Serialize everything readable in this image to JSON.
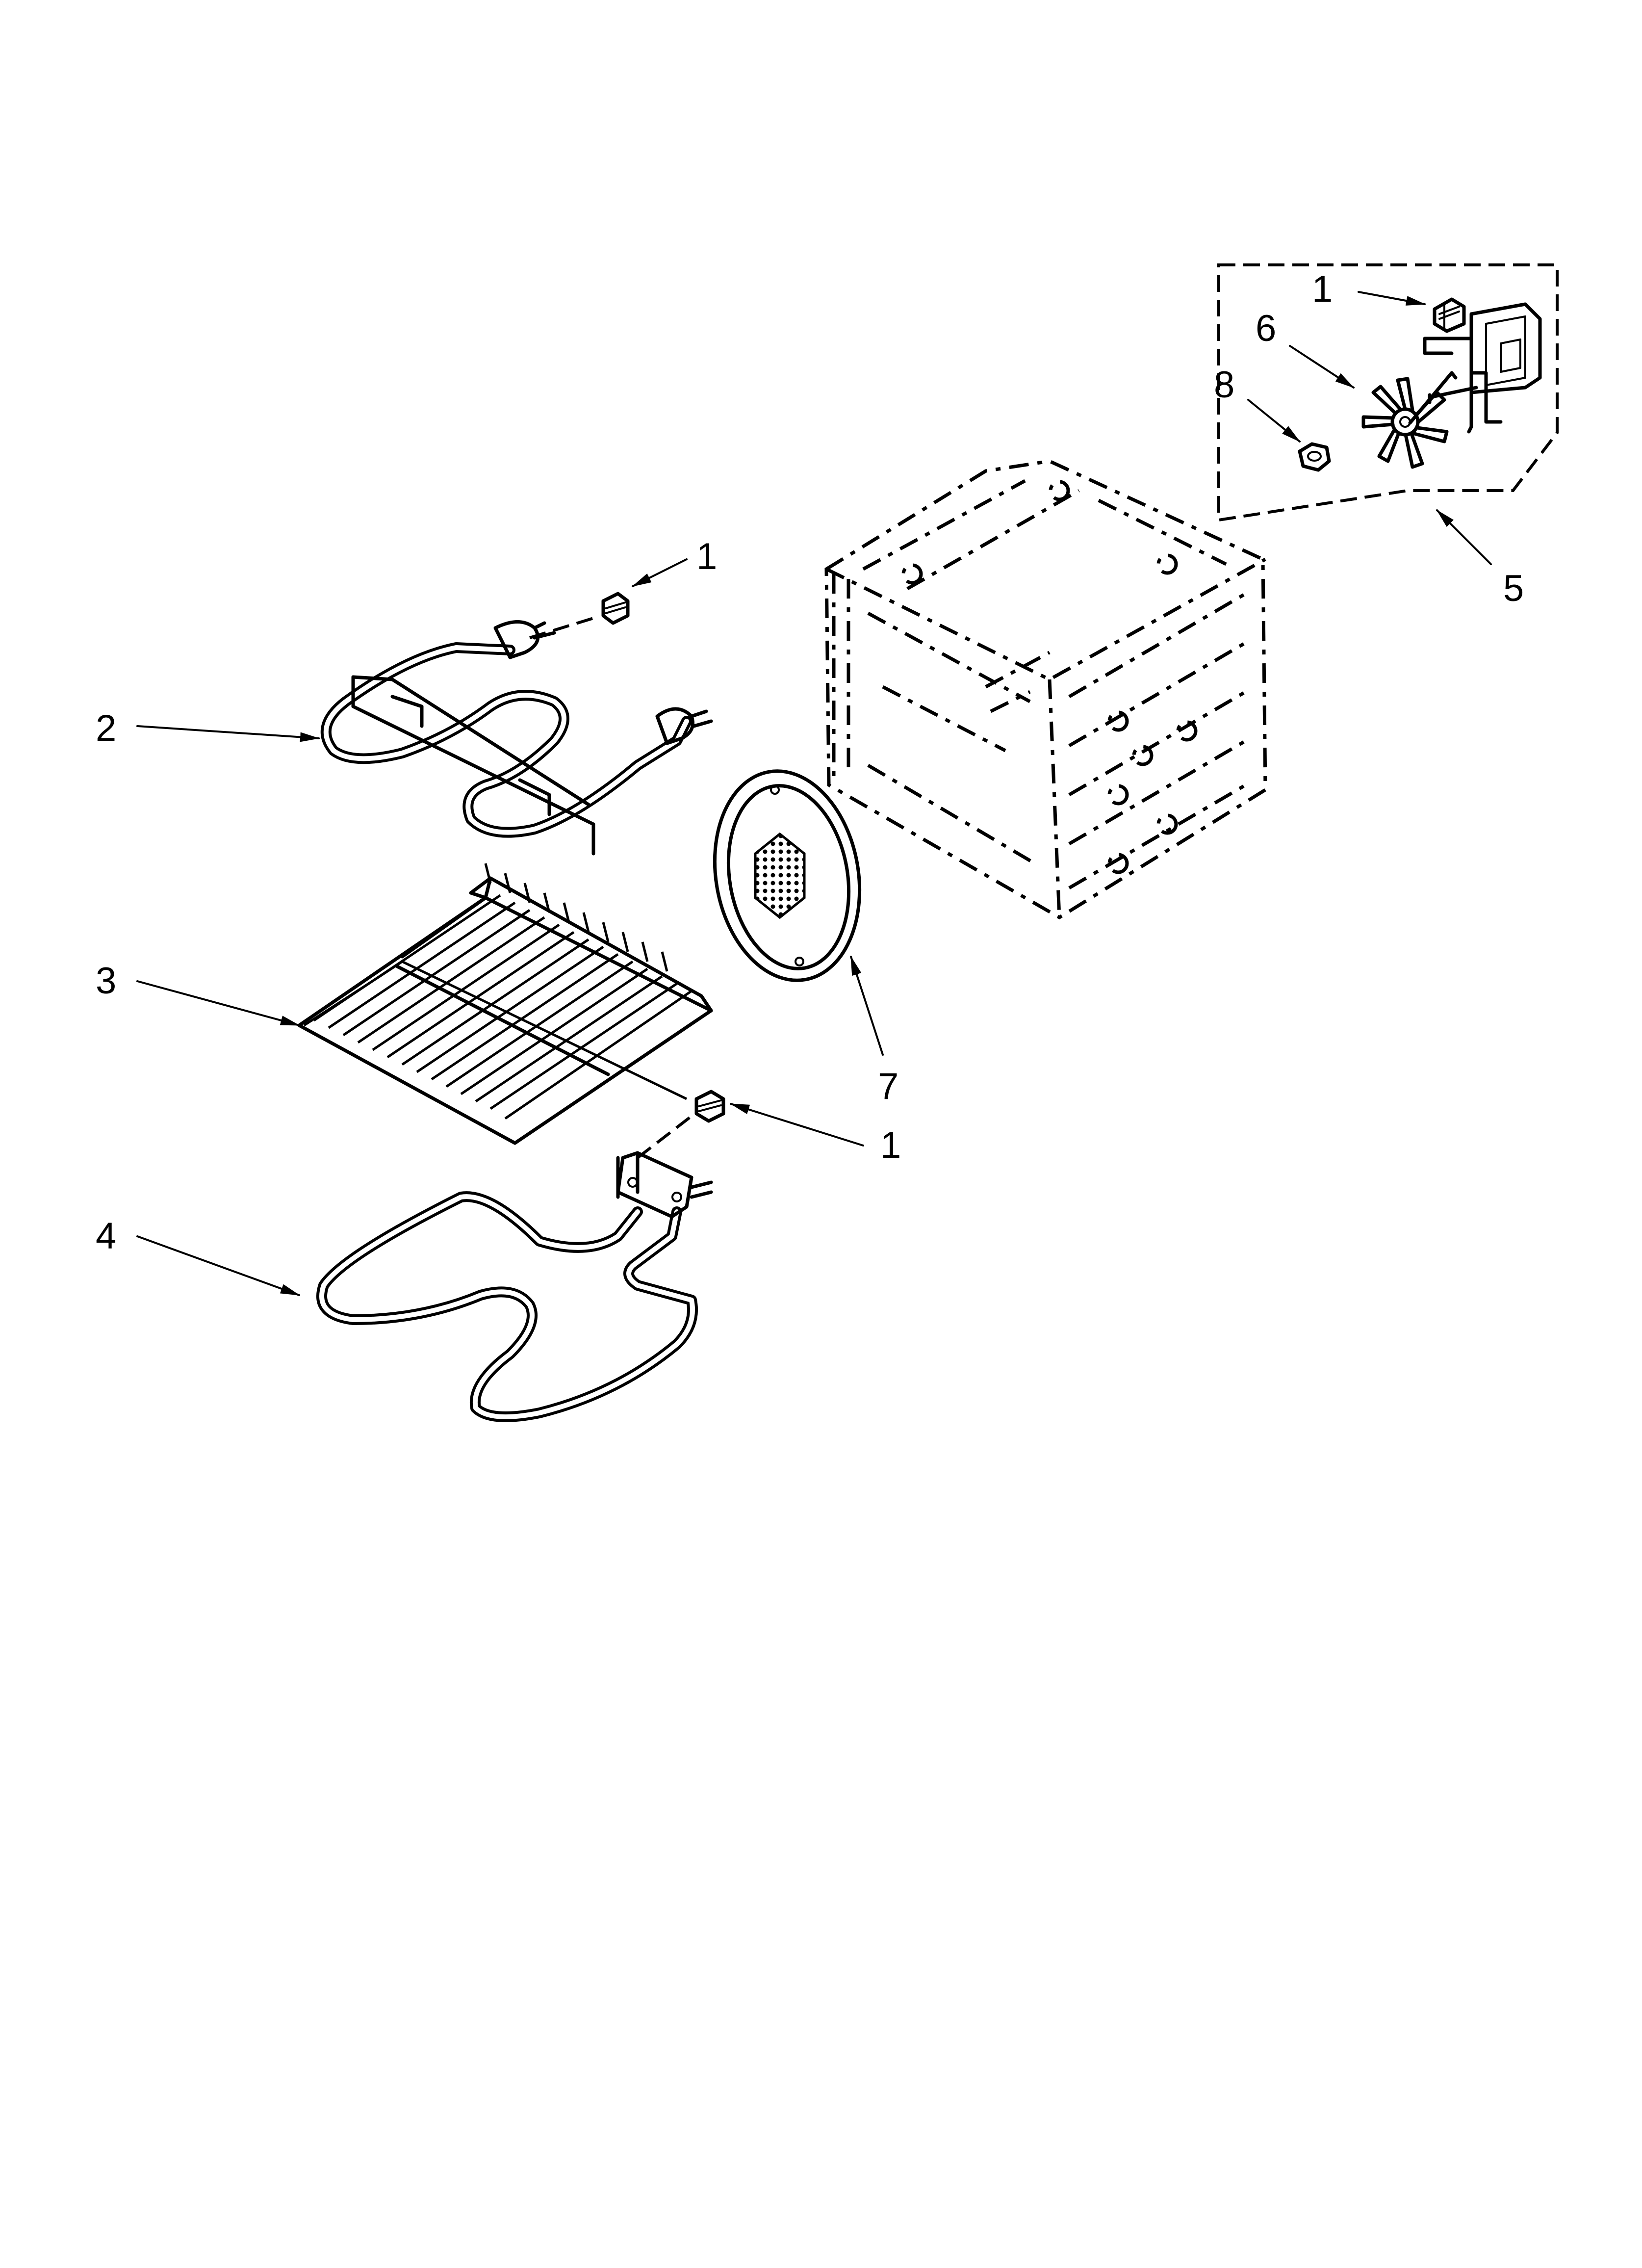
{
  "callouts": {
    "c1_top": "1",
    "c6": "6",
    "c8": "8",
    "c5": "5",
    "c1_upper": "1",
    "c2": "2",
    "c3": "3",
    "c7": "7",
    "c1_lower": "1",
    "c4": "4"
  }
}
